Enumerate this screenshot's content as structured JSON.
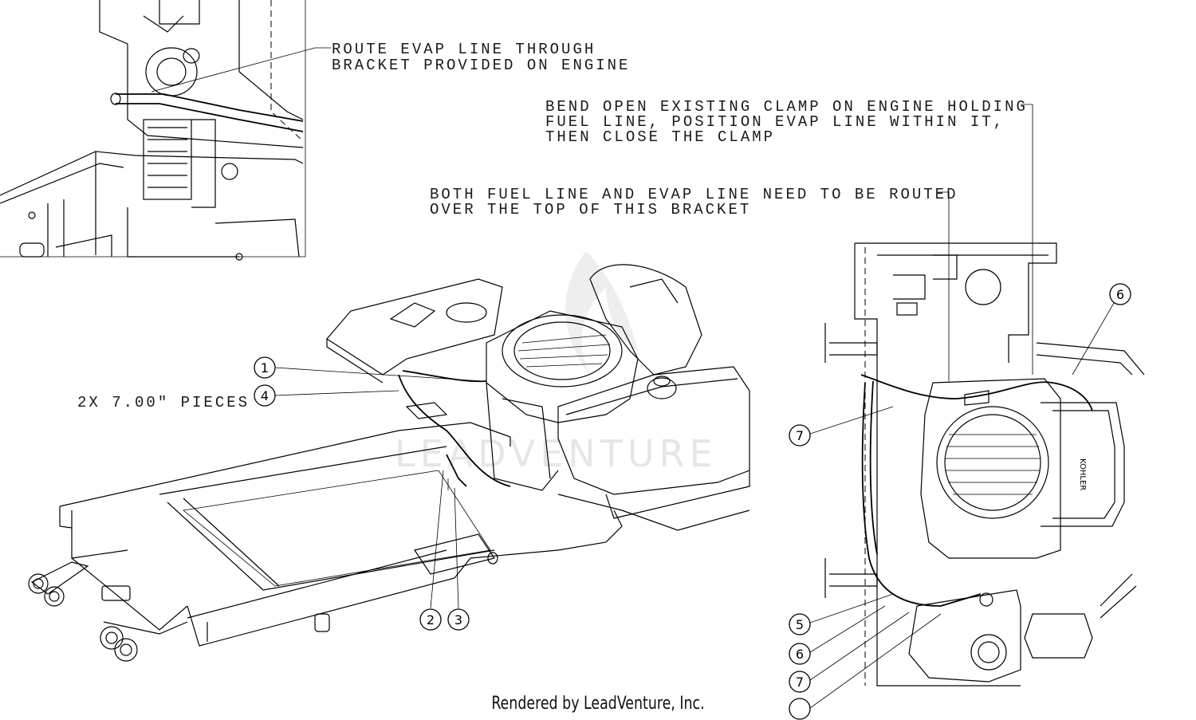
{
  "notes": {
    "evap_bracket": [
      "ROUTE EVAP LINE THROUGH",
      "BRACKET PROVIDED ON ENGINE"
    ],
    "bend_clamp": [
      "BEND OPEN EXISTING CLAMP ON ENGINE HOLDING",
      "FUEL LINE, POSITION EVAP LINE WITHIN IT,",
      "THEN CLOSE THE CLAMP"
    ],
    "route_over": [
      "BOTH FUEL LINE AND EVAP LINE NEED TO BE ROUTED",
      "OVER THE TOP OF THIS BRACKET"
    ],
    "pieces": "2X 7.00\" PIECES"
  },
  "callouts": {
    "main": [
      "1",
      "4",
      "2",
      "3"
    ],
    "top_view": [
      "6",
      "7",
      "5",
      "6",
      "7",
      ""
    ]
  },
  "engine_brand": "KOHLER",
  "watermark": "LEADVENTURE",
  "credit": "Rendered by LeadVenture, Inc."
}
